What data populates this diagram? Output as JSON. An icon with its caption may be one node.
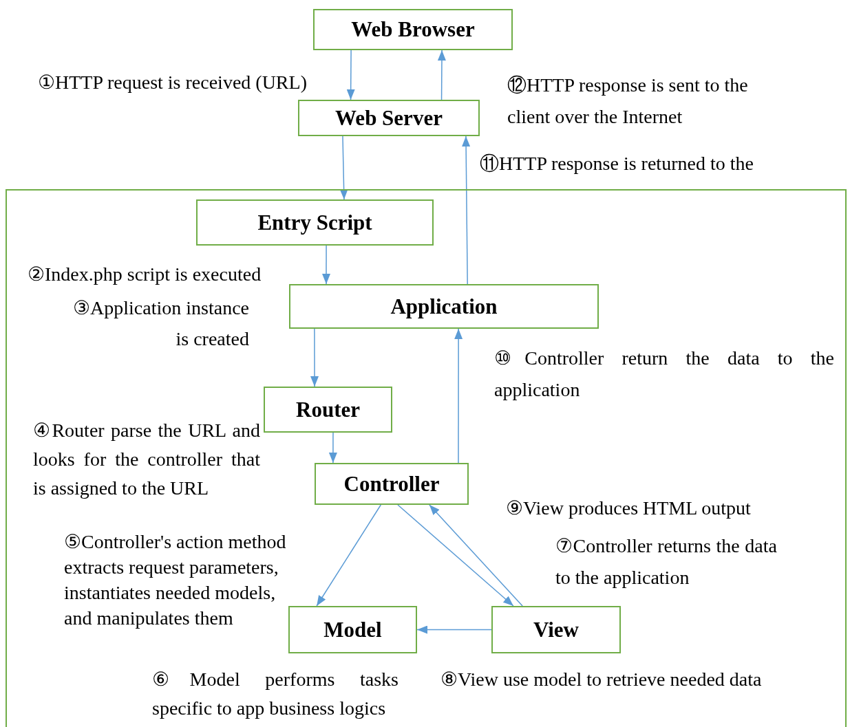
{
  "diagram": {
    "nodes": [
      {
        "text": [
          "Web Browser"
        ]
      },
      {
        "text": [
          "Web Server"
        ]
      },
      {
        "text": [],
        "shape": "box"
      },
      {
        "text": [
          "Entry Script"
        ],
        "in": 2
      },
      {
        "text": [
          "Application"
        ],
        "in": 2
      },
      {
        "text": [
          "Router"
        ],
        "in": 2
      },
      {
        "text": [
          "Controller"
        ],
        "in": 2
      },
      {
        "text": [
          "Model"
        ],
        "in": 2
      },
      {
        "text": [
          "View"
        ],
        "in": 2
      }
    ],
    "edges": [
      {
        "from": 0,
        "to": 1,
        "arrow": "to"
      },
      {
        "from": 1,
        "to": 0,
        "arrow": "to"
      },
      {
        "from": 1,
        "to": 3,
        "arrow": "to"
      },
      {
        "from": 4,
        "to": 1,
        "arrow": "to"
      },
      {
        "from": 3,
        "to": 4,
        "arrow": "to"
      },
      {
        "from": 4,
        "to": 5,
        "arrow": "to"
      },
      {
        "from": 5,
        "to": 6,
        "arrow": "to"
      },
      {
        "from": 6,
        "to": 4,
        "arrow": "to"
      },
      {
        "from": 6,
        "to": 7,
        "arrow": "to"
      },
      {
        "from": 6,
        "to": 8,
        "arrow": "to"
      },
      {
        "from": 8,
        "to": 6,
        "arrow": "to"
      },
      {
        "from": 8,
        "to": 7,
        "arrow": "to"
      }
    ],
    "labels": [
      "①HTTP request is received (URL)",
      "⑫HTTP response is sent to the client over the Internet",
      "⑪HTTP response is returned to the",
      "②Index.php script is executed",
      "③Application instance is created",
      "⑩Controller return the data to the application",
      "④Router parse the URL and looks for the controller that is assigned to the URL",
      "⑨View produces HTML output",
      "⑤Controller's action method extracts request parameters, instantiates needed models, and manipulates them",
      "⑦Controller returns the data to the application",
      "⑥Model performs tasks specific to app business logics",
      "⑧View use model to retrieve needed data"
    ]
  }
}
